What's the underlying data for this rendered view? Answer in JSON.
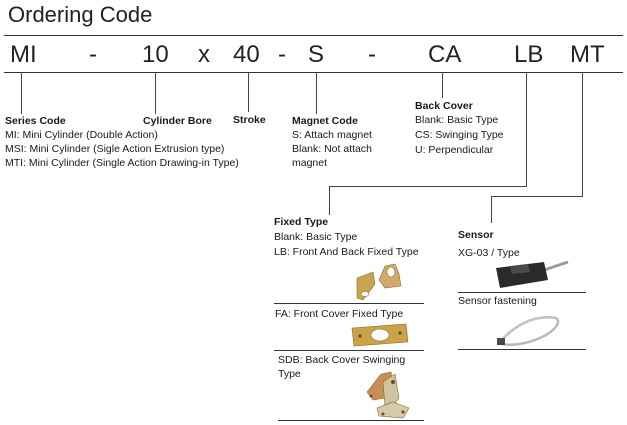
{
  "title": "Ordering Code",
  "code_parts": [
    "MI",
    "-",
    "10",
    "x",
    "40",
    "-",
    "S",
    "-",
    "CA",
    "LB",
    "MT"
  ],
  "series_code": {
    "header": "Series Code",
    "lines": [
      "MI: Mini Cylinder (Double Action)",
      "MSI: Mini Cylinder (Sigle Action Extrusion type)",
      "MTI: Mini Cylinder (Single Action Drawing-in Type)"
    ]
  },
  "cylinder_bore": {
    "header": "Cylinder Bore"
  },
  "stroke": {
    "header": "Stroke"
  },
  "magnet_code": {
    "header": "Magnet Code",
    "lines": [
      "S: Attach magnet",
      "Blank: Not attach",
      "magnet"
    ]
  },
  "back_cover": {
    "header": "Back Cover",
    "lines": [
      "Blank: Basic Type",
      "CS: Swinging Type",
      "U: Perpendicular"
    ]
  },
  "fixed_type": {
    "header": "Fixed Type",
    "lines": [
      "Blank: Basic Type",
      "LB: Front And Back Fixed Type"
    ],
    "fa_label": "FA: Front Cover Fixed Type",
    "sdb_label_1": "SDB: Back Cover Swinging",
    "sdb_label_2": "Type"
  },
  "sensor": {
    "header": "Sensor",
    "model": "XG-03 / Type",
    "fastening": "Sensor fastening"
  },
  "colors": {
    "line": "#333333",
    "bracket_gold": "#c9a24a",
    "sensor_body": "#2a2a2a"
  }
}
